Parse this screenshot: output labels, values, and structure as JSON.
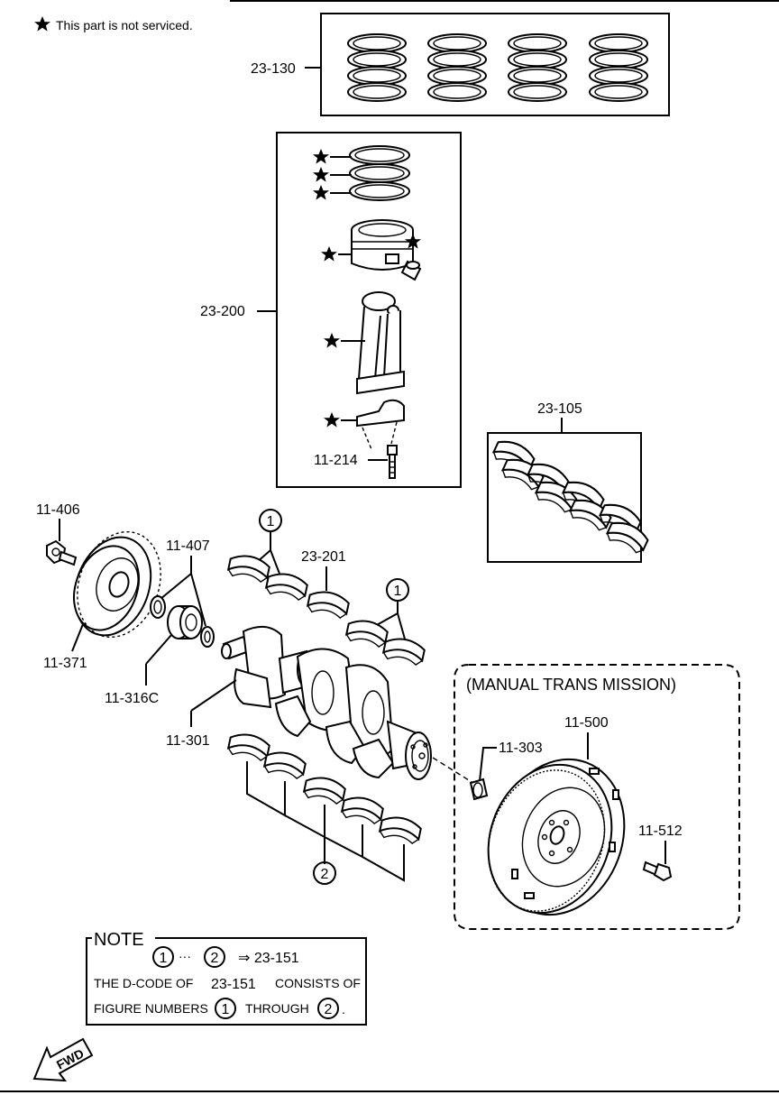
{
  "legend": {
    "star_text": "This part is not serviced."
  },
  "labels": {
    "p23_130": "23-130",
    "p23_200": "23-200",
    "p11_214": "11-214",
    "p23_105": "23-105",
    "p11_406": "11-406",
    "p11_407": "11-407",
    "p23_201": "23-201",
    "p11_371": "11-371",
    "p11_316c": "11-316C",
    "p11_301": "11-301",
    "p11_500": "11-500",
    "p11_303": "11-303",
    "p11_512": "11-512"
  },
  "callouts": {
    "one": "1",
    "two": "2"
  },
  "manual_box": {
    "title": "(MANUAL TRANS MISSION)"
  },
  "note": {
    "title": "NOTE",
    "line1_dots": "···",
    "line1_arrow_code": "⇒ 23-151",
    "line2_a": "THE D-CODE OF",
    "line2_code": "23-151",
    "line2_b": "CONSISTS OF",
    "line3_a": "FIGURE NUMBERS",
    "line3_b": "THROUGH",
    "line3_end": "."
  },
  "fwd": {
    "text": "FWD"
  },
  "icons": [
    "star-icon",
    "fwd-arrow-icon"
  ]
}
